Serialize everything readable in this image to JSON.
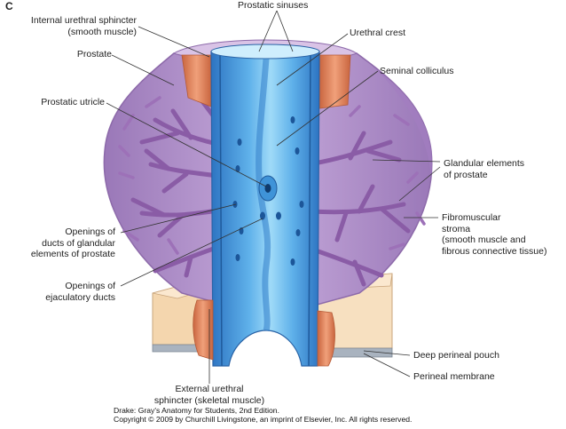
{
  "panel_letter": "C",
  "labels": {
    "internal_sphincter": "Internal urethral sphincter\n(smooth muscle)",
    "prostate": "Prostate",
    "prostatic_utricle": "Prostatic utricle",
    "openings_glandular": "Openings of\nducts of glandular\nelements of prostate",
    "openings_ejaculatory": "Openings of\nejaculatory ducts",
    "external_sphincter": "External urethral\nsphincter (skeletal muscle)",
    "prostatic_sinuses": "Prostatic sinuses",
    "urethral_crest": "Urethral crest",
    "seminal_colliculus": "Seminal colliculus",
    "glandular_elements": "Glandular elements\nof prostate",
    "fibromuscular_stroma": "Fibromuscular\nstroma\n(smooth muscle and\nfibrous connective tissue)",
    "deep_perineal_pouch": "Deep perineal pouch",
    "perineal_membrane": "Perineal membrane"
  },
  "credit": {
    "line1": "Drake: Gray's Anatomy for Students, 2nd Edition.",
    "line2": "Copyright © 2009 by Churchill Livingstone, an imprint of Elsevier, Inc. All rights reserved."
  },
  "colors": {
    "prostate_fill": "#b99bd0",
    "prostate_edge": "#8d6aaa",
    "gland_ducts": "#8a5ca6",
    "urethra_blue": "#3f93d8",
    "urethra_light": "#8fd0f5",
    "sphincter": "#e2835a",
    "perineal_pouch": "#f6dcb8",
    "perineal_membrane": "#aeb7c2"
  }
}
